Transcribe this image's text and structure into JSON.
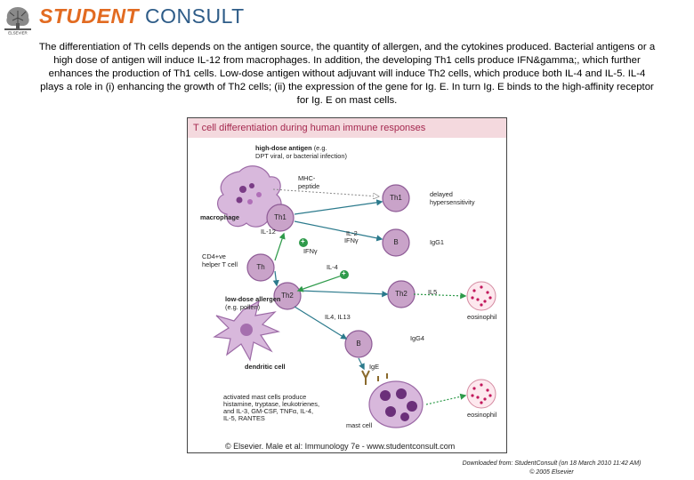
{
  "header": {
    "brand_part1": "STUDENT",
    "brand_part2": "CONSULT",
    "publisher_logo_icon": "elsevier-tree-icon"
  },
  "caption": "The differentiation of Th cells depends on the antigen source, the quantity of allergen, and the cytokines produced. Bacterial antigens or a high dose of antigen will induce IL-12 from macrophages. In addition, the developing Th1 cells produce IFN&gamma;, which further enhances the production of Th1 cells. Low-dose antigen without adjuvant will induce Th2 cells, which produce both IL-4 and IL-5. IL-4 plays a role in (i) enhancing the growth of Th2 cells; (ii) the expression of the gene for Ig. E. In turn Ig. E binds to the high-affinity receptor for Ig. E on mast cells.",
  "figure": {
    "title": "T cell differentiation during human immune responses",
    "labels": {
      "high_dose_1": "high-dose antigen",
      "high_dose_1b": "(e.g.",
      "high_dose_2": "DPT viral, or bacterial infection)",
      "mhc_1": "MHC-",
      "mhc_2": "peptide",
      "macrophage": "macrophage",
      "il12": "IL-12",
      "ifn_g": "IFNγ",
      "il2": "IL-2",
      "ifn_g2": "IFNγ",
      "cd4_1": "CD4+ve",
      "cd4_2": "helper T cell",
      "il4": "IL-4",
      "low_dose_1": "low-dose allergen",
      "low_dose_2": "(e.g. pollen)",
      "il4_il13": "IL4, IL13",
      "dendritic": "dendritic cell",
      "delayed_1": "delayed",
      "delayed_2": "hypersensitivity",
      "igg1": "IgG1",
      "il5": "IL5",
      "eos1": "eosinophil",
      "igg4": "IgG4",
      "ige": "IgE",
      "activated_1": "activated mast cells produce",
      "activated_2": "histamine, tryptase, leukotrienes,",
      "activated_3": "and IL-3, GM-CSF, TNFα, IL-4,",
      "activated_4": "IL-5, RANTES",
      "mast": "mast cell",
      "eos2": "eosinophil"
    },
    "cells": {
      "th1_macrophage": "Th1",
      "th1_right": "Th1",
      "b_top": "B",
      "th_cd4": "Th",
      "th2_dendritic": "Th2",
      "th2_right": "Th2",
      "b_bottom": "B"
    },
    "plus_1": "+",
    "plus_2": "+",
    "copyright": "© Elsevier. Male et al: Immunology 7e - www.studentconsult.com"
  },
  "footer": {
    "line1": "Downloaded from: StudentConsult (on 18 March 2010 11:42 AM)",
    "line2": "© 2005 Elsevier"
  },
  "colors": {
    "brand_orange": "#e26b21",
    "brand_blue": "#2e5c88",
    "title_band": "#f4d9de",
    "title_text": "#a5284f",
    "lymphocyte": "#c9a3c9",
    "macrophage": "#d8b8dc",
    "eosinophil_granule": "#c2185b",
    "cytokine_green": "#2e9a4a"
  }
}
